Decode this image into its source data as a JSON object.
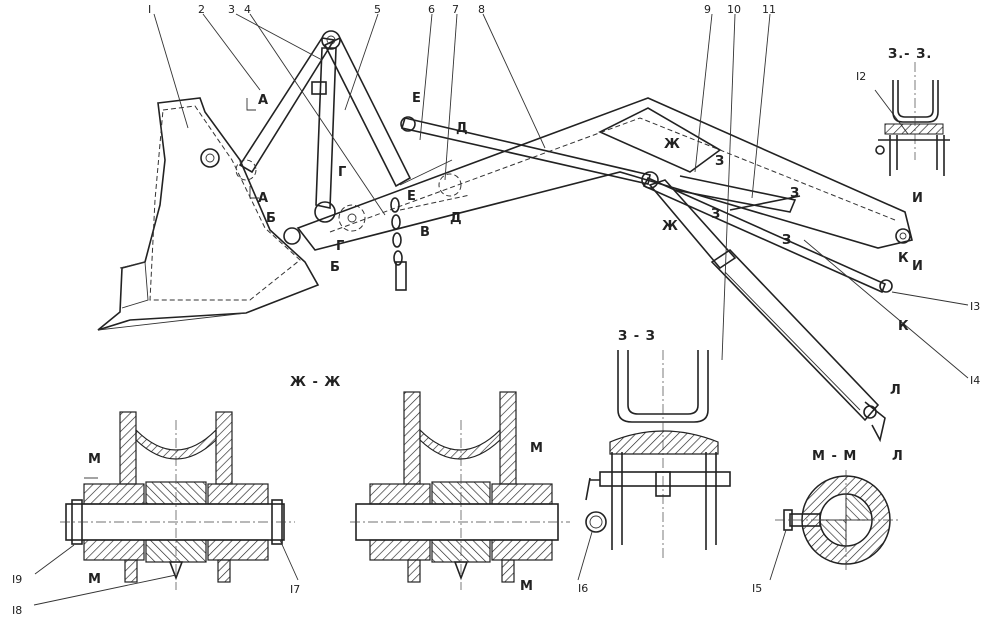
{
  "item_numbers": [
    "I",
    "2",
    "3",
    "4",
    "5",
    "6",
    "7",
    "8",
    "9",
    "10",
    "11",
    "I2",
    "I3",
    "I4",
    "I5",
    "I6",
    "I7",
    "I8",
    "I9"
  ],
  "section_marks": {
    "A": "А",
    "B": "Б",
    "V": "В",
    "G": "Г",
    "D": "Д",
    "E": "Е",
    "Zh": "Ж",
    "Z": "З",
    "I": "И",
    "K": "К",
    "L": "Л",
    "M": "М"
  },
  "section_titles": {
    "zh_zh": "Ж - Ж",
    "z_z": "З - З",
    "z_z_small": "З.- З.",
    "m_m": "М - М"
  }
}
